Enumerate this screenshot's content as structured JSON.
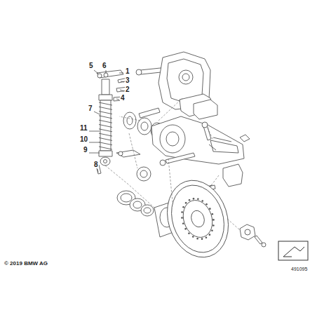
{
  "diagram": {
    "labels": [
      "5",
      "6",
      "1",
      "3",
      "2",
      "4",
      "7",
      "11",
      "10",
      "9",
      "8",
      "© 2019 BMW AG",
      "491095"
    ]
  }
}
